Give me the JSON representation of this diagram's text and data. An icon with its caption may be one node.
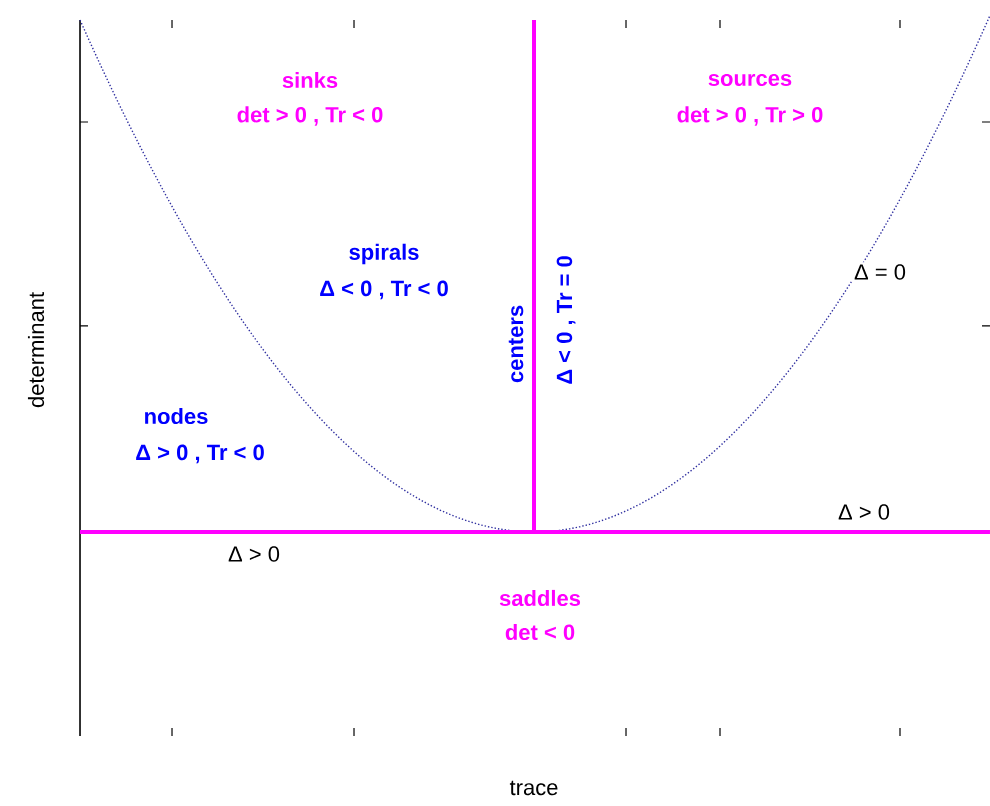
{
  "diagram": {
    "labels": [
      "sinks",
      "det > 0 , Tr < 0",
      "sources",
      "det > 0 , Tr > 0",
      "spirals",
      "Δ < 0 , Tr < 0",
      "centers",
      "Δ < 0 , Tr = 0",
      "Δ = 0",
      "nodes",
      "Δ > 0 , Tr < 0",
      "Δ > 0",
      "Δ > 0",
      "saddles",
      "det < 0",
      "determinant",
      "trace"
    ]
  }
}
